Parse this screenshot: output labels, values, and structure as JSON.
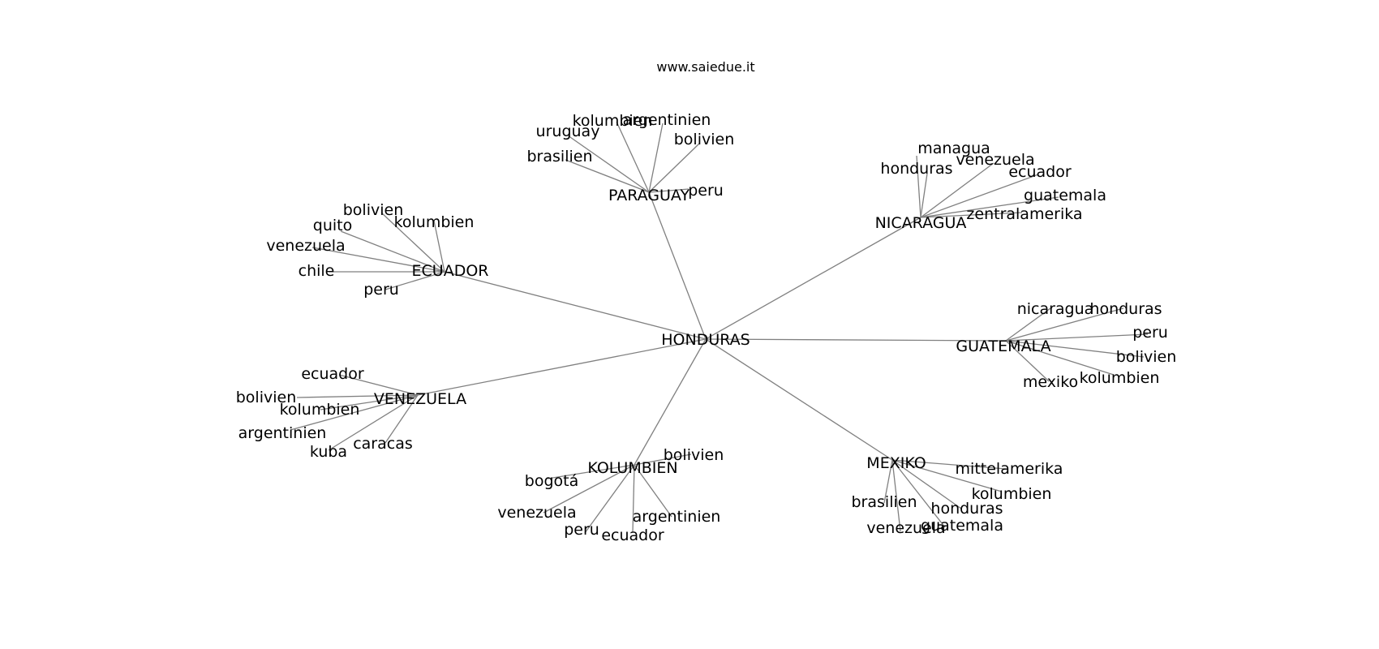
{
  "watermark": "www.saiedue.it",
  "center": {
    "label": "HONDURAS"
  },
  "hubs": [
    {
      "label": "ECUADOR",
      "leaves": [
        "bolivien",
        "quito",
        "kolumbien",
        "venezuela",
        "chile",
        "peru"
      ]
    },
    {
      "label": "PARAGUAY",
      "leaves": [
        "kolumbien",
        "argentinien",
        "uruguay",
        "bolivien",
        "brasilien",
        "peru"
      ]
    },
    {
      "label": "NICARAGUA",
      "leaves": [
        "managua",
        "honduras",
        "venezuela",
        "ecuador",
        "guatemala",
        "zentralamerika"
      ]
    },
    {
      "label": "GUATEMALA",
      "leaves": [
        "nicaragua",
        "honduras",
        "peru",
        "bolivien",
        "mexiko",
        "kolumbien"
      ]
    },
    {
      "label": "MEXIKO",
      "leaves": [
        "mittelamerika",
        "kolumbien",
        "honduras",
        "brasilien",
        "venezuela",
        "guatemala"
      ]
    },
    {
      "label": "KOLUMBIEN",
      "leaves": [
        "bolivien",
        "bogotá",
        "venezuela",
        "argentinien",
        "peru",
        "ecuador"
      ]
    },
    {
      "label": "VENEZUELA",
      "leaves": [
        "ecuador",
        "bolivien",
        "kolumbien",
        "argentinien",
        "caracas",
        "kuba"
      ]
    }
  ]
}
